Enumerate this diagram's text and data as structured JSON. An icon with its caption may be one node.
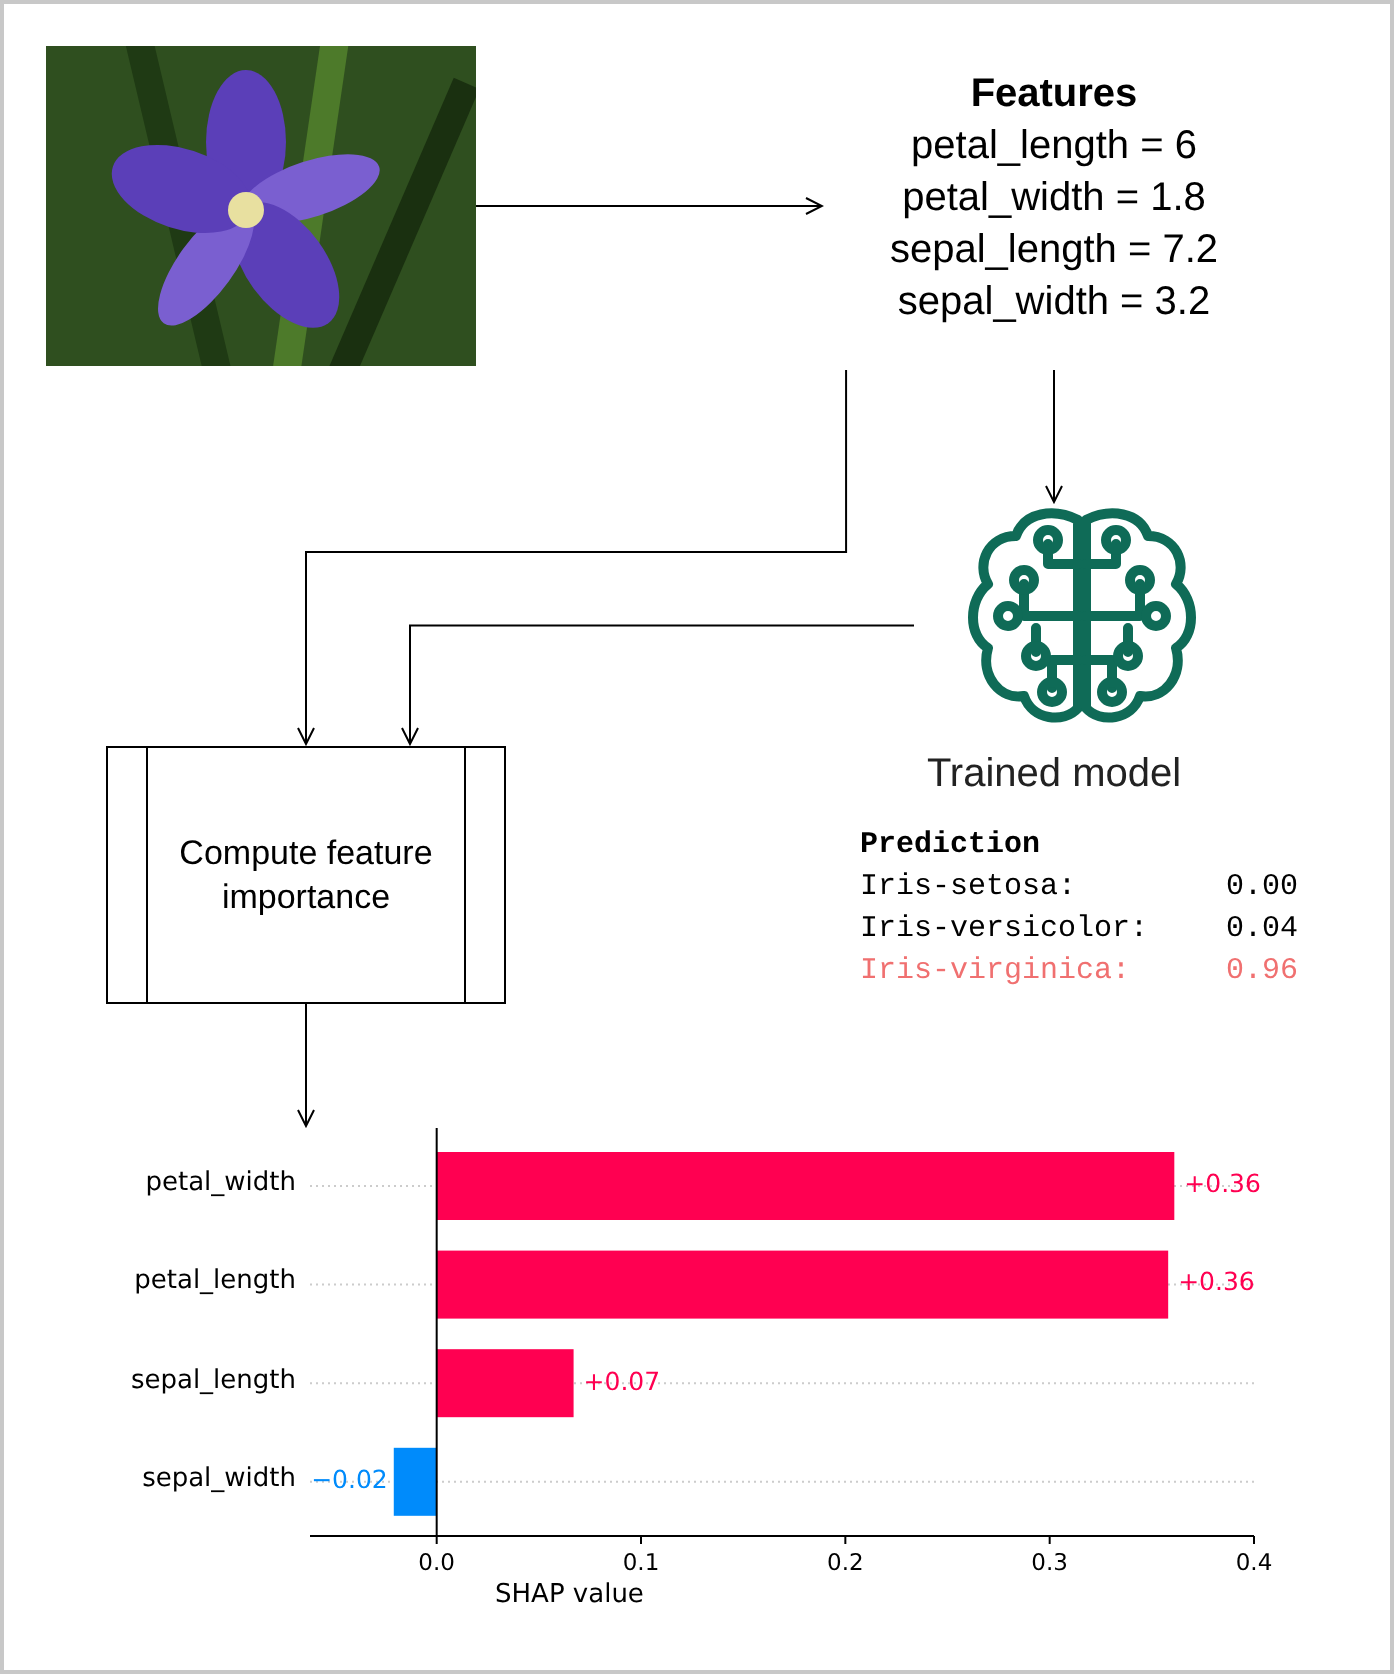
{
  "diagram": {
    "nodes": [
      {
        "text": [],
        "shape": "picture"
      },
      {
        "text": [
          "Features",
          "petal_length = 6",
          "petal_width = 1.8",
          "sepal_length = 7.2",
          "sepal_width = 3.2"
        ]
      },
      {
        "text": [
          "Trained model"
        ]
      },
      {
        "text": [
          "Compute feature importance"
        ]
      },
      {
        "text": [],
        "shape": "picture"
      }
    ],
    "edges": [
      {
        "from": 0,
        "to": 1,
        "arrow": "to"
      },
      {
        "from": 1,
        "to": 2,
        "arrow": "to"
      },
      {
        "from": 1,
        "to": 3,
        "arrow": "to"
      },
      {
        "from": 2,
        "to": 3,
        "arrow": "to"
      },
      {
        "from": 3,
        "to": 4,
        "arrow": "to"
      }
    ],
    "labels": [
      "Prediction",
      "Iris-setosa:",
      "0.00",
      "Iris-versicolor:",
      "0.04",
      "Iris-virginica:",
      "0.96"
    ],
    "chart_data": {
      "type": "bar",
      "orientation": "horizontal",
      "xlabel": "SHAP value",
      "categories": [
        "petal_width",
        "petal_length",
        "sepal_length",
        "sepal_width"
      ],
      "values": [
        0.361,
        0.358,
        0.067,
        -0.021
      ],
      "value_labels": [
        "+0.36",
        "+0.36",
        "+0.07",
        "−0.02"
      ],
      "xlim": [
        -0.062,
        0.4
      ],
      "xticks": [
        {
          "value": 0,
          "label": "0.0"
        },
        {
          "value": 0.1,
          "label": "0.1"
        },
        {
          "value": 0.2,
          "label": "0.2"
        },
        {
          "value": 0.3,
          "label": "0.3"
        },
        {
          "value": 0.4,
          "label": "0.4"
        }
      ]
    }
  }
}
